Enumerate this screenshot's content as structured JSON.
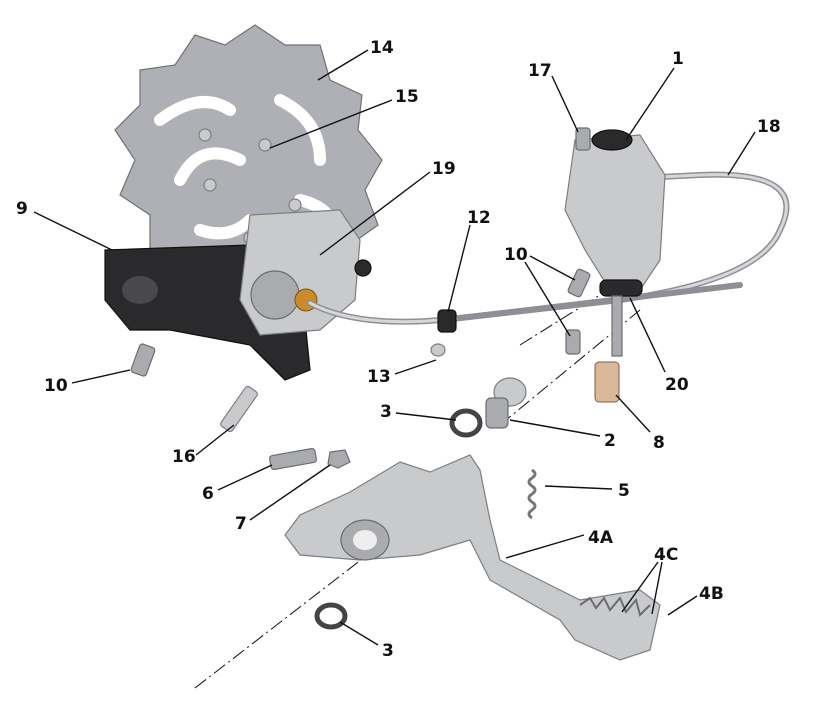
{
  "diagram": {
    "type": "exploded-parts-diagram",
    "callouts": [
      {
        "id": "14",
        "text": "14"
      },
      {
        "id": "15",
        "text": "15"
      },
      {
        "id": "17",
        "text": "17"
      },
      {
        "id": "1",
        "text": "1"
      },
      {
        "id": "18",
        "text": "18"
      },
      {
        "id": "19",
        "text": "19"
      },
      {
        "id": "9",
        "text": "9"
      },
      {
        "id": "12",
        "text": "12"
      },
      {
        "id": "10a",
        "text": "10"
      },
      {
        "id": "10b",
        "text": "10"
      },
      {
        "id": "13",
        "text": "13"
      },
      {
        "id": "20",
        "text": "20"
      },
      {
        "id": "3a",
        "text": "3"
      },
      {
        "id": "2",
        "text": "2"
      },
      {
        "id": "8",
        "text": "8"
      },
      {
        "id": "16",
        "text": "16"
      },
      {
        "id": "6",
        "text": "6"
      },
      {
        "id": "7",
        "text": "7"
      },
      {
        "id": "5",
        "text": "5"
      },
      {
        "id": "4A",
        "text": "4A"
      },
      {
        "id": "4C",
        "text": "4C"
      },
      {
        "id": "4B",
        "text": "4B"
      },
      {
        "id": "3b",
        "text": "3"
      }
    ]
  }
}
